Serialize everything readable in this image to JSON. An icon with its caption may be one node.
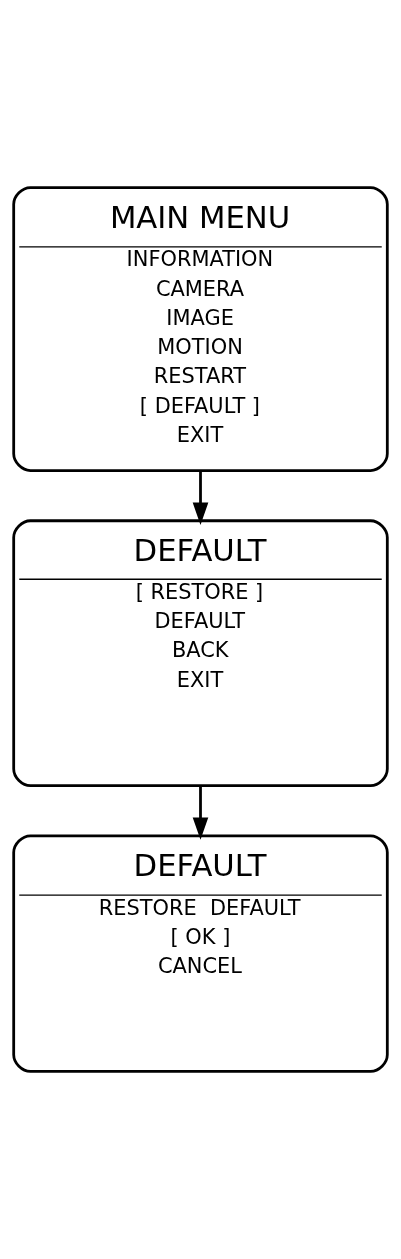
{
  "diagram": {
    "nodes": [
      {
        "text": [
          "MAIN MENU",
          "INFORMATION",
          "CAMERA",
          "IMAGE",
          "MOTION",
          "RESTART",
          "[ DEFAULT ]",
          "EXIT"
        ]
      },
      {
        "text": [
          "DEFAULT",
          "[ RESTORE ]",
          "DEFAULT",
          "BACK",
          "EXIT"
        ]
      },
      {
        "text": [
          "DEFAULT",
          "RESTORE  DEFAULT",
          "[ OK ]",
          "CANCEL"
        ]
      }
    ],
    "edges": [
      {
        "from": 0,
        "to": 1,
        "arrow": "to"
      },
      {
        "from": 1,
        "to": 2,
        "arrow": "to"
      }
    ]
  }
}
